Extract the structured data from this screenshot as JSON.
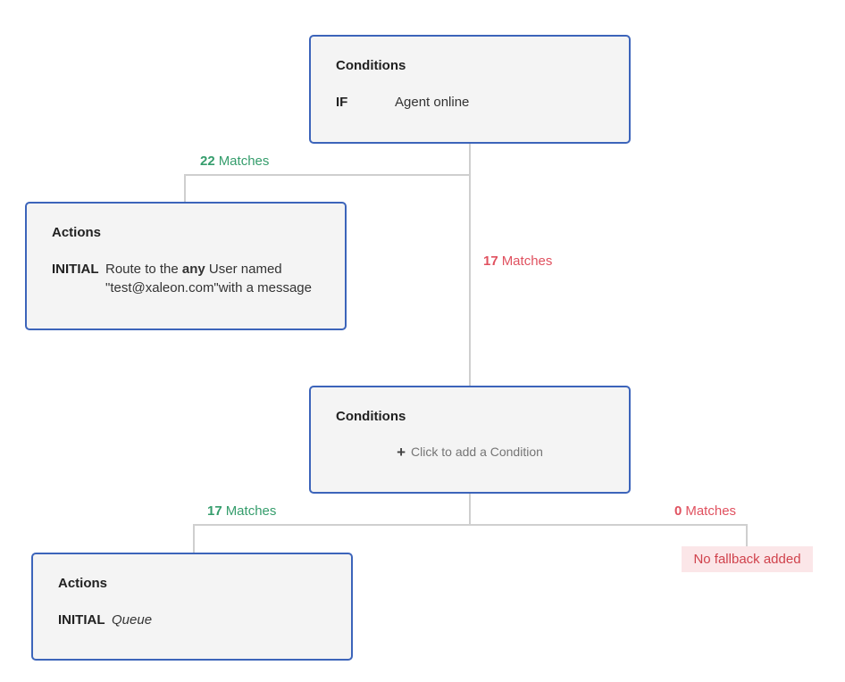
{
  "colors": {
    "node_border": "#3c64ba",
    "node_bg": "#f4f4f4",
    "connector": "#cfcfcf",
    "match_green": "#359d6c",
    "fallback_red": "#e0515f",
    "badge_bg": "#fbe6e8",
    "badge_text": "#d0424c",
    "text_primary": "#2b2b2b",
    "text_muted": "#757575"
  },
  "nodes": {
    "root_condition": {
      "title": "Conditions",
      "row": {
        "label": "IF",
        "value": "Agent online"
      }
    },
    "route_action": {
      "title": "Actions",
      "row": {
        "label": "INITIAL",
        "value_pre": "Route to the ",
        "value_bold": "any",
        "value_post": " User named \"test@xaleon.com\"with a message"
      }
    },
    "second_condition": {
      "title": "Conditions",
      "add_button": {
        "icon": "+",
        "label": "Click to add a Condition"
      }
    },
    "queue_action": {
      "title": "Actions",
      "row": {
        "label": "INITIAL",
        "value": "Queue"
      }
    }
  },
  "edges": {
    "root_match": {
      "count": "22",
      "label": "Matches"
    },
    "root_no_match": {
      "count": "17",
      "label": "Matches"
    },
    "second_match": {
      "count": "17",
      "label": "Matches"
    },
    "second_no_match": {
      "count": "0",
      "label": "Matches"
    }
  },
  "fallback_badge": {
    "label": "No fallback added"
  }
}
